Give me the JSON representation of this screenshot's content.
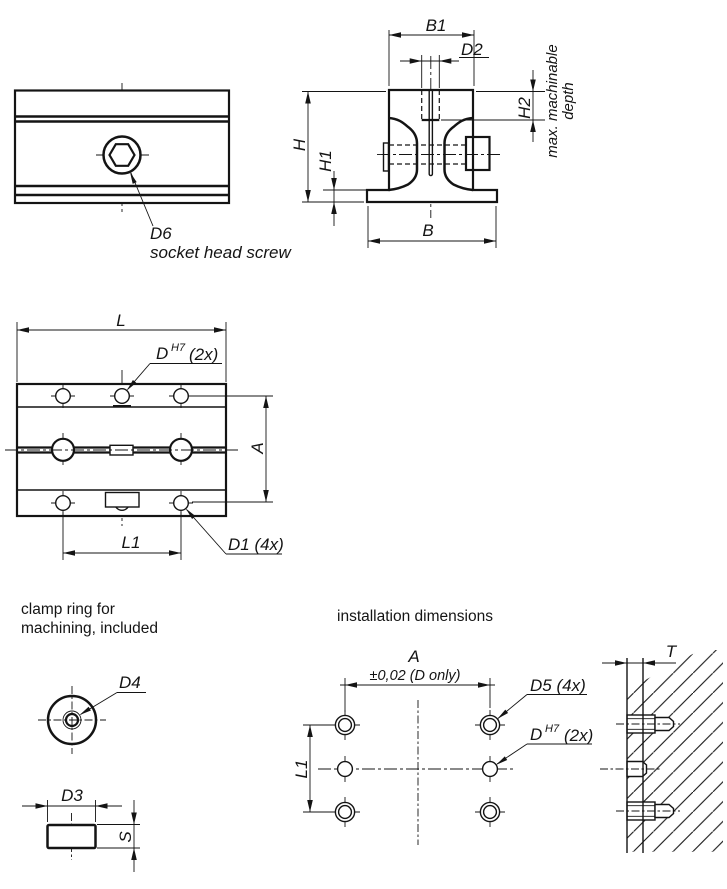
{
  "colors": {
    "line": "#141414",
    "background": "#ffffff"
  },
  "front_view": {
    "d6": "D6",
    "caption": "socket head screw"
  },
  "section_view": {
    "b1": "B1",
    "d2": "D2",
    "h2": "H2",
    "max_machinable": "max. machinable",
    "depth": "depth",
    "h": "H",
    "h1": "H1",
    "b": "B"
  },
  "top_view": {
    "l": "L",
    "d": "D",
    "d_sup": "H7",
    "d_qty": "(2x)",
    "a": "A",
    "l1": "L1",
    "d1": "D1 (4x)"
  },
  "clamp_ring": {
    "caption_line1": "clamp ring for",
    "caption_line2": "machining, included",
    "d4": "D4",
    "d3": "D3",
    "s": "S"
  },
  "installation": {
    "caption": "installation dimensions",
    "a": "A",
    "tolerance": "±0,02 (D only)",
    "d5": "D5 (4x)",
    "d": "D",
    "d_sup": "H7",
    "d_qty": "(2x)",
    "l1": "L1"
  },
  "side_view": {
    "t": "T"
  }
}
